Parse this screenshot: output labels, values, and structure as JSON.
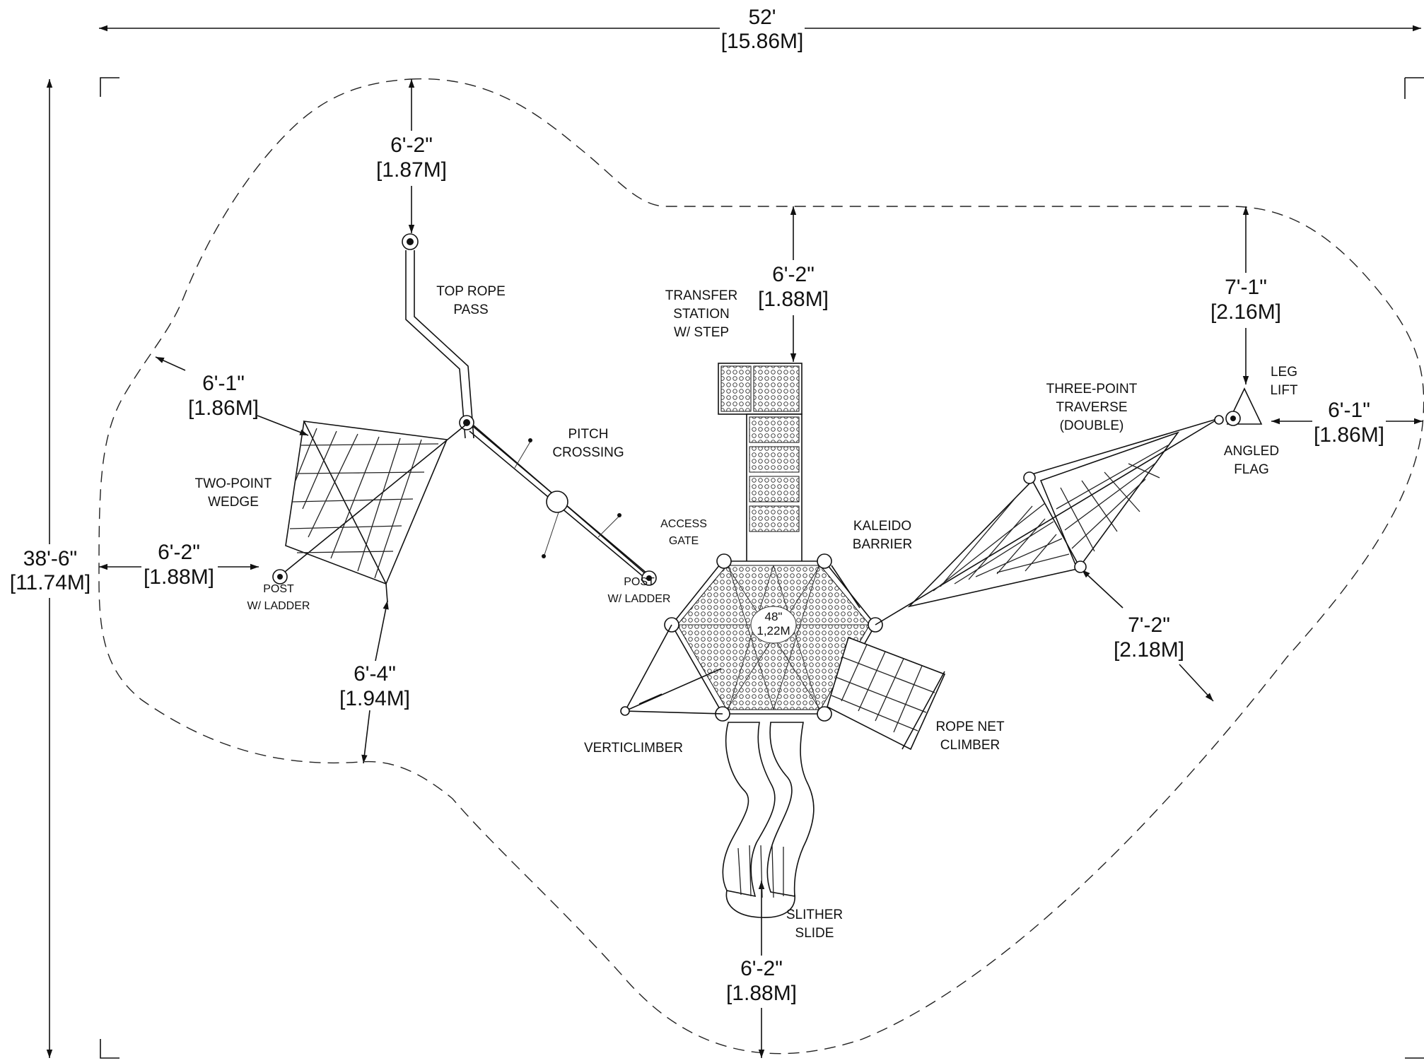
{
  "overall_width": {
    "ft": "52'",
    "m": "[15.86M]"
  },
  "overall_depth": {
    "ft": "38'-6\"",
    "m": "[11.74M]"
  },
  "clearances": [
    {
      "id": "top-rope",
      "ft": "6'-2\"",
      "m": "[1.87M]"
    },
    {
      "id": "transfer",
      "ft": "6'-2\"",
      "m": "[1.88M]"
    },
    {
      "id": "leg-lift-top",
      "ft": "7'-1\"",
      "m": "[2.16M]"
    },
    {
      "id": "leg-lift-right",
      "ft": "6'-1\"",
      "m": "[1.86M]"
    },
    {
      "id": "wedge-upper",
      "ft": "6'-1\"",
      "m": "[1.86M]"
    },
    {
      "id": "left-post",
      "ft": "6'-2\"",
      "m": "[1.88M]"
    },
    {
      "id": "wedge-lower",
      "ft": "6'-4\"",
      "m": "[1.94M]"
    },
    {
      "id": "traverse",
      "ft": "7'-2\"",
      "m": "[2.18M]"
    },
    {
      "id": "slide",
      "ft": "6'-2\"",
      "m": "[1.88M]"
    }
  ],
  "components": {
    "top_rope_pass": [
      "TOP ROPE",
      "PASS"
    ],
    "transfer_station": [
      "TRANSFER",
      "STATION",
      "W/ STEP"
    ],
    "leg_lift": [
      "LEG",
      "LIFT"
    ],
    "three_point_traverse": [
      "THREE-POINT",
      "TRAVERSE",
      "(DOUBLE)"
    ],
    "angled_flag": [
      "ANGLED",
      "FLAG"
    ],
    "pitch_crossing": [
      "PITCH",
      "CROSSING"
    ],
    "two_point_wedge": [
      "TWO-POINT",
      "WEDGE"
    ],
    "access_gate": [
      "ACCESS",
      "GATE"
    ],
    "kaleido_barrier": [
      "KALEIDO",
      "BARRIER"
    ],
    "post_ladder_left": [
      "POST",
      "W/ LADDER"
    ],
    "post_ladder_center": [
      "POST",
      "W/ LADDER"
    ],
    "verticlimber": [
      "VERTICLIMBER"
    ],
    "rope_net_climber": [
      "ROPE NET",
      "CLIMBER"
    ],
    "slither_slide": [
      "SLITHER",
      "SLIDE"
    ]
  },
  "deck_size": {
    "in": "48\"",
    "m": "1,22M"
  }
}
